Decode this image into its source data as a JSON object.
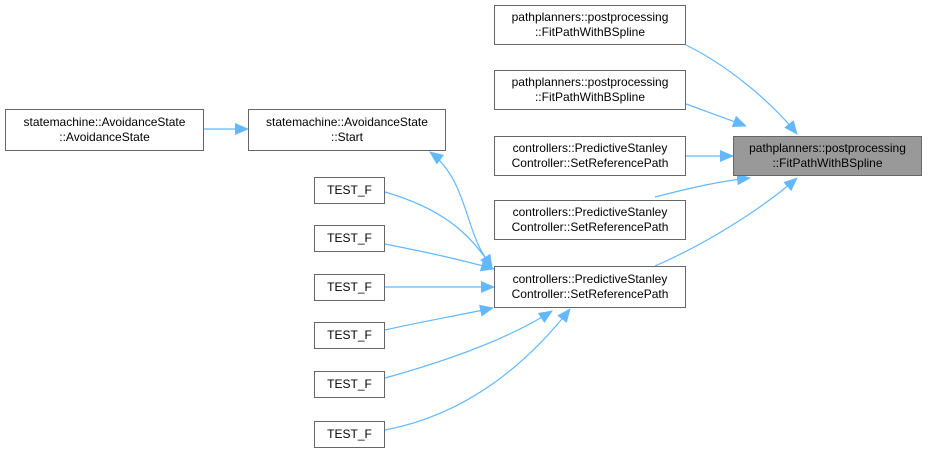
{
  "colors": {
    "edge": "#63b8ff",
    "node_border": "#666666",
    "focus_fill": "#999999"
  },
  "nodes": {
    "focus": {
      "line1": "pathplanners::postprocessing",
      "line2": "::FitPathWithBSpline"
    },
    "fit1": {
      "line1": "pathplanners::postprocessing",
      "line2": "::FitPathWithBSpline"
    },
    "fit2": {
      "line1": "pathplanners::postprocessing",
      "line2": "::FitPathWithBSpline"
    },
    "setref1": {
      "line1": "controllers::PredictiveStanley",
      "line2": "Controller::SetReferencePath"
    },
    "setref2": {
      "line1": "controllers::PredictiveStanley",
      "line2": "Controller::SetReferencePath"
    },
    "setref3": {
      "line1": "controllers::PredictiveStanley",
      "line2": "Controller::SetReferencePath"
    },
    "start": {
      "line1": "statemachine::AvoidanceState",
      "line2": "::Start"
    },
    "avoid": {
      "line1": "statemachine::AvoidanceState",
      "line2": "::AvoidanceState"
    },
    "test1": {
      "label": "TEST_F"
    },
    "test2": {
      "label": "TEST_F"
    },
    "test3": {
      "label": "TEST_F"
    },
    "test4": {
      "label": "TEST_F"
    },
    "test5": {
      "label": "TEST_F"
    },
    "test6": {
      "label": "TEST_F"
    }
  }
}
